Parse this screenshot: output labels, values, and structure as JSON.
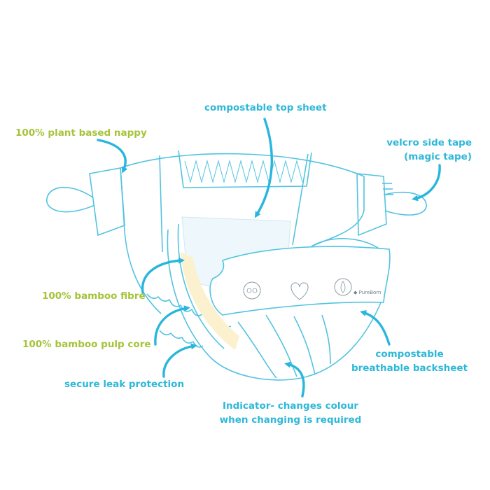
{
  "labels": {
    "top_sheet": "compostable top sheet",
    "plant_based": "100% plant based nappy",
    "velcro_line1": "velcro side tape",
    "velcro_line2": "(magic tape)",
    "bamboo_fibre": "100% bamboo fibre",
    "bamboo_pulp": "100% bamboo pulp core",
    "leak_protection": "secure leak protection",
    "backsheet_line1": "compostable",
    "backsheet_line2": "breathable backsheet",
    "indicator_line1": "Indicator- changes colour",
    "indicator_line2": "when changing is required"
  },
  "brand_mark": "PureBorn",
  "colors": {
    "label_blue": "#2eb8d8",
    "label_green": "#a6c33a",
    "arrow": "#29b6dc",
    "outline": "#52c3e0"
  },
  "icons": [
    "curved-arrow-icon",
    "certification-badge-icon",
    "heart-tree-icon",
    "leaf-badge-icon",
    "drop-icon"
  ]
}
